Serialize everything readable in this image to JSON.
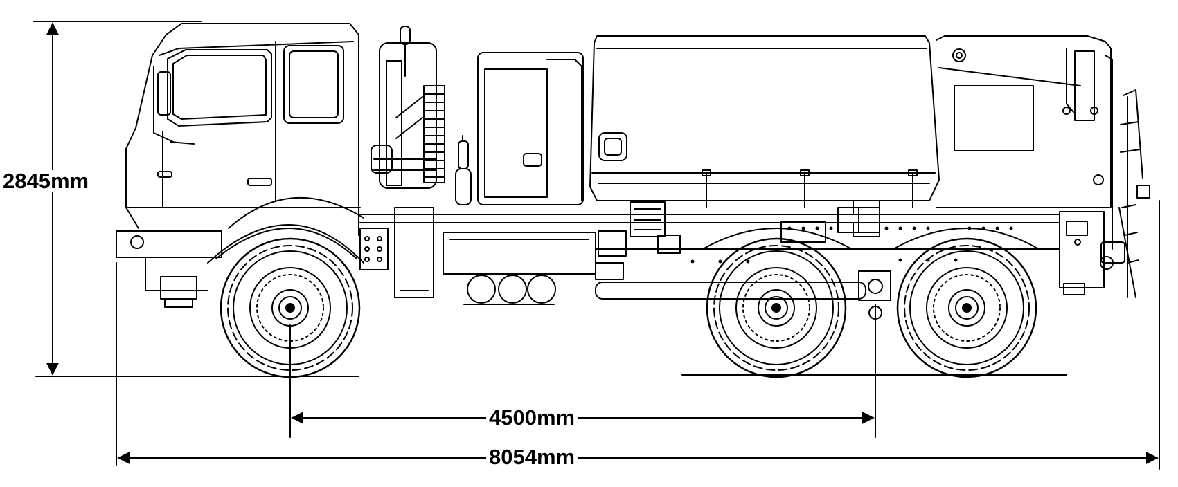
{
  "dimensions": {
    "overall_height": "2845mm",
    "wheelbase": "4500mm",
    "overall_length": "8054mm"
  },
  "colors": {
    "line": "#000000",
    "background": "#ffffff"
  }
}
